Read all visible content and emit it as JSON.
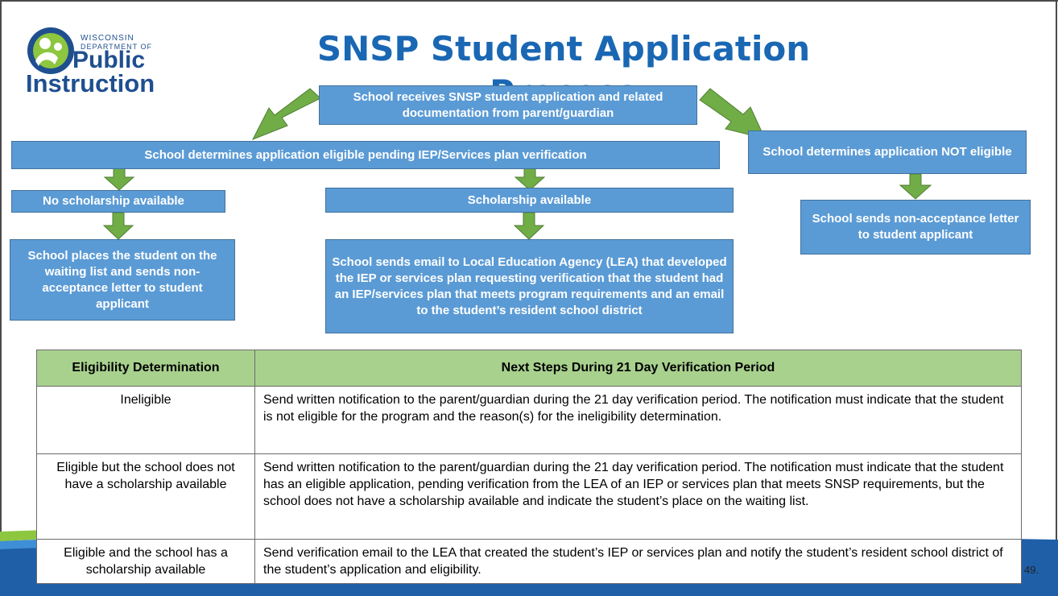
{
  "slide": {
    "title": "SNSP Student Application Process",
    "page_number": "49."
  },
  "logo": {
    "line1": "WISCONSIN",
    "line2": "DEPARTMENT OF",
    "line3": "Public",
    "line4": "Instruction"
  },
  "flow": {
    "receive": "School receives SNSP student application and related documentation from parent/guardian",
    "eligible_pending": "School determines application eligible pending IEP/Services plan verification",
    "not_eligible": "School determines application NOT eligible",
    "no_scholarship": "No scholarship available",
    "scholarship": "Scholarship available",
    "waiting_list": "School places the student on the waiting list and sends non-acceptance letter to student applicant",
    "send_email": "School sends email to Local Education Agency (LEA) that developed the IEP or services plan requesting verification that the student had an IEP/services plan that meets program requirements and an email to the student’s resident school district",
    "non_acceptance": "School sends non-acceptance letter to student applicant"
  },
  "colors": {
    "box_fill": "#5b9bd5",
    "arrow_fill": "#70ad47",
    "header_fill": "#a9d18e",
    "title": "#1a67b3"
  },
  "table": {
    "headers": [
      "Eligibility Determination",
      "Next Steps During 21 Day Verification Period"
    ],
    "rows": [
      {
        "determination": "Ineligible",
        "steps": "Send written notification to the parent/guardian during the 21 day verification period.  The notification must indicate that the student is not eligible for the program and the reason(s) for the ineligibility determination."
      },
      {
        "determination": "Eligible but the school does not have a scholarship available",
        "steps": "Send written notification to the parent/guardian during the 21 day verification period.  The notification must indicate that the student has an eligible application, pending verification from the LEA of an IEP or services plan that meets SNSP requirements, but the school does not have a scholarship available and indicate the student’s place on the waiting list."
      },
      {
        "determination": "Eligible and the school has a scholarship available",
        "steps": "Send verification email to the LEA that created the student’s IEP or services plan and notify the student’s resident school district of the student’s application and eligibility."
      }
    ]
  }
}
